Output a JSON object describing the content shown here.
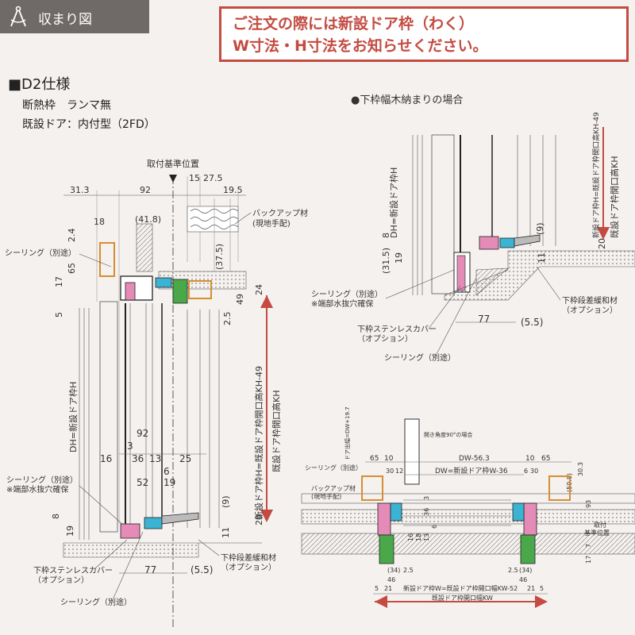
{
  "header": {
    "tab_label": "収まり図",
    "tab_icon": "compass-icon",
    "notice_line1": "ご注文の際には新設ドア枠（わく）",
    "notice_line2": "W寸法・H寸法をお知らせください。",
    "accent_color": "#c44b42",
    "tab_color": "#6f6a68"
  },
  "spec": {
    "title": "■D2仕様",
    "line1": "断熱枠　ランマ無",
    "line2": "既設ドア：内付型（2FD）"
  },
  "main_drawing": {
    "ref_label": "取付基準位置",
    "top_dims": [
      "31.3",
      "92",
      "15",
      "27.5",
      "19.5"
    ],
    "dim_18": "18",
    "dim_41_8": "(41.8)",
    "dim_2_4": "2.4",
    "dim_65": "65",
    "dim_17": "17",
    "dim_5": "5",
    "dim_37_5": "(37.5)",
    "dim_24": "24",
    "dim_49": "49",
    "dim_2_5": "2.5",
    "backup_label": "バックアップ材",
    "backup_sub": "(現地手配)",
    "sealing_label": "シーリング（別途）",
    "vertical_dh": "DH=新設ドア枠H",
    "vertical_kh49": "新設ドア枠H=既設ドア枠開口高KH-49",
    "vertical_kh": "既設ドア枠開口高KH",
    "mid_92": "92",
    "mid_3": "3",
    "mid_16": "16",
    "mid_36": "36",
    "mid_13": "13",
    "mid_25": "25",
    "mid_6": "6",
    "mid_52": "52",
    "mid_19": "19",
    "sealing_bottom": "シーリング（別途）",
    "drain_note": "※端部水抜穴確保",
    "dim_8": "8",
    "dim_19b": "19",
    "dim_9": "(9)",
    "dim_20": "20",
    "dim_11": "11",
    "cover_label": "下枠ステンレスカバー",
    "cover_sub": "（オプション）",
    "dim_77": "77",
    "dim_5_5": "(5.5)",
    "step_label": "下枠段差緩和材",
    "step_sub": "（オプション）",
    "sealing_last": "シーリング（別途）"
  },
  "detail_drawing": {
    "title": "●下枠幅木納まりの場合",
    "vertical_dh": "DH=新設ドア枠H",
    "vertical_kh49": "新設ドア枠H=既設ドア枠開口高KH-49",
    "vertical_kh": "既設ドア枠開口高KH",
    "dim_8": "8",
    "dim_31_5": "(31.5)",
    "dim_19": "19",
    "dim_9": "(9)",
    "dim_20": "20",
    "dim_11": "11",
    "sealing_label": "シーリング（別途）",
    "drain_note": "※端部水抜穴確保",
    "step_label": "下枠段差緩和材",
    "step_sub": "（オプション）",
    "dim_77": "77",
    "dim_5_5": "(5.5)",
    "cover_label": "下枠ステンレスカバー",
    "cover_sub": "（オプション）",
    "sealing_bottom": "シーリング（別途）"
  },
  "plan_drawing": {
    "open_note": "開き角度90°の場合",
    "dims_top_left": [
      "65",
      "10"
    ],
    "dims_top_right": [
      "10",
      "65"
    ],
    "dw_56": "DW-56.3",
    "dw_label": "DW=新設ドア枠W-36",
    "dw_vertical": "ドア出幅=DW+19.7",
    "d30": "30",
    "d12": "12",
    "d6": "6",
    "d30r": "30",
    "d30_3": "30.3",
    "d59_8": "(59.8)",
    "sealing_label": "シーリング（別途）",
    "backup_label": "バックアップ材",
    "backup_sub": "(現地手配)",
    "ref_label": "取付",
    "ref_label2": "基準位置",
    "d16": "16",
    "d18": "18",
    "d13": "13",
    "d36": "36",
    "d3": "3",
    "d6b": "6",
    "d34": "(34)",
    "d2_5": "2.5",
    "d46": "46",
    "d5": "5",
    "d21": "21",
    "d2_5r": "2.5",
    "d34r": "(34)",
    "d46r": "46",
    "d21r": "21",
    "d5r": "5",
    "kw52": "新設ドア枠W=既設ドア枠開口幅KW-52",
    "kw": "既設ドア枠開口幅KW",
    "d93": "93",
    "d7": "7",
    "d17": "17"
  }
}
